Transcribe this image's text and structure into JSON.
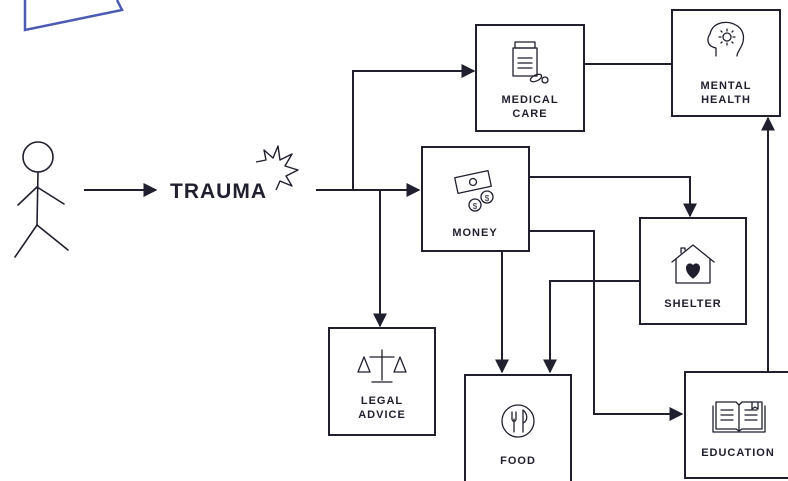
{
  "trauma": {
    "label": "TRAUMA"
  },
  "nodes": {
    "medical_care": {
      "lines": [
        "MEDICAL",
        "CARE"
      ],
      "icon": "pill-bottle-icon"
    },
    "mental_health": {
      "lines": [
        "MENTAL",
        "HEALTH"
      ],
      "icon": "head-lightbulb-icon"
    },
    "money": {
      "lines": [
        "MONEY"
      ],
      "icon": "money-coins-icon"
    },
    "shelter": {
      "lines": [
        "SHELTER"
      ],
      "icon": "house-heart-icon"
    },
    "legal_advice": {
      "lines": [
        "LEGAL",
        "ADVICE"
      ],
      "icon": "scales-icon"
    },
    "food": {
      "lines": [
        "FOOD"
      ],
      "icon": "plate-cutlery-icon"
    },
    "education": {
      "lines": [
        "EDUCATION"
      ],
      "icon": "open-book-icon"
    }
  },
  "colors": {
    "ink": "#1f1f2e",
    "accent": "#4b5bb3"
  }
}
